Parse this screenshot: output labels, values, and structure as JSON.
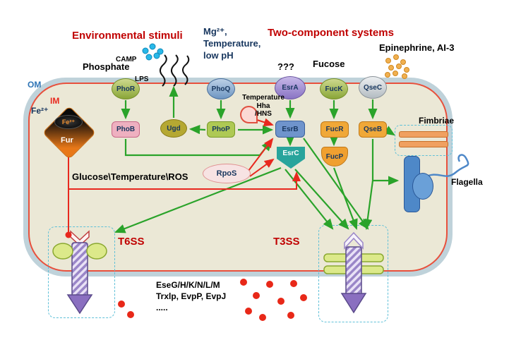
{
  "headers": {
    "environmental_stimuli": "Environmental stimuli",
    "two_component_systems": "Two-component systems",
    "mg_lines": [
      "Mg²⁺,",
      "Temperature,",
      "low pH"
    ],
    "epinephrine": "Epinephrine, AI-3"
  },
  "stimuli": {
    "phosphate": "Phosphate",
    "camp": "CAMP",
    "lps": "LPS",
    "unknown": "???",
    "fucose": "Fucose"
  },
  "membrane": {
    "om": "OM",
    "im": "IM"
  },
  "proteins": {
    "phoR": "PhoR",
    "phoB": "PhoB",
    "ugd": "Ugd",
    "phoQ": "PhoQ",
    "phoP": "PhoP",
    "esrA": "EsrA",
    "esrB": "EsrB",
    "esrC": "EsrC",
    "fucK": "FucK",
    "fucR": "FucR",
    "fucP": "FucP",
    "qseC": "QseC",
    "qseB": "QseB",
    "rpoS": "RpoS",
    "fur": "Fur",
    "fe_bound": "Fe²⁺"
  },
  "regulators": {
    "temp_lines": [
      "Temperature",
      "Hha",
      "/HNS"
    ]
  },
  "labels": {
    "fe_ion": "Fe²⁺",
    "glucose_temp_ros": "Glucose\\Temperature\\ROS",
    "t6ss": "T6SS",
    "t3ss": "T3SS",
    "fimbriae": "Fimbriae",
    "flagella": "Flagella"
  },
  "effectors": {
    "line1": "EseG/H/K/N/L/M",
    "line2": "Trxlp, EvpP, EvpJ",
    "line3": "....."
  },
  "colors": {
    "header_red": "#c00000",
    "arrow_green": "#2aa32a",
    "arrow_red": "#e8281e",
    "membrane_outer": "#bfd2da",
    "membrane_inner_line": "#e8503c",
    "cytoplasm": "#ebe8d6",
    "navy_text": "#17365e"
  }
}
